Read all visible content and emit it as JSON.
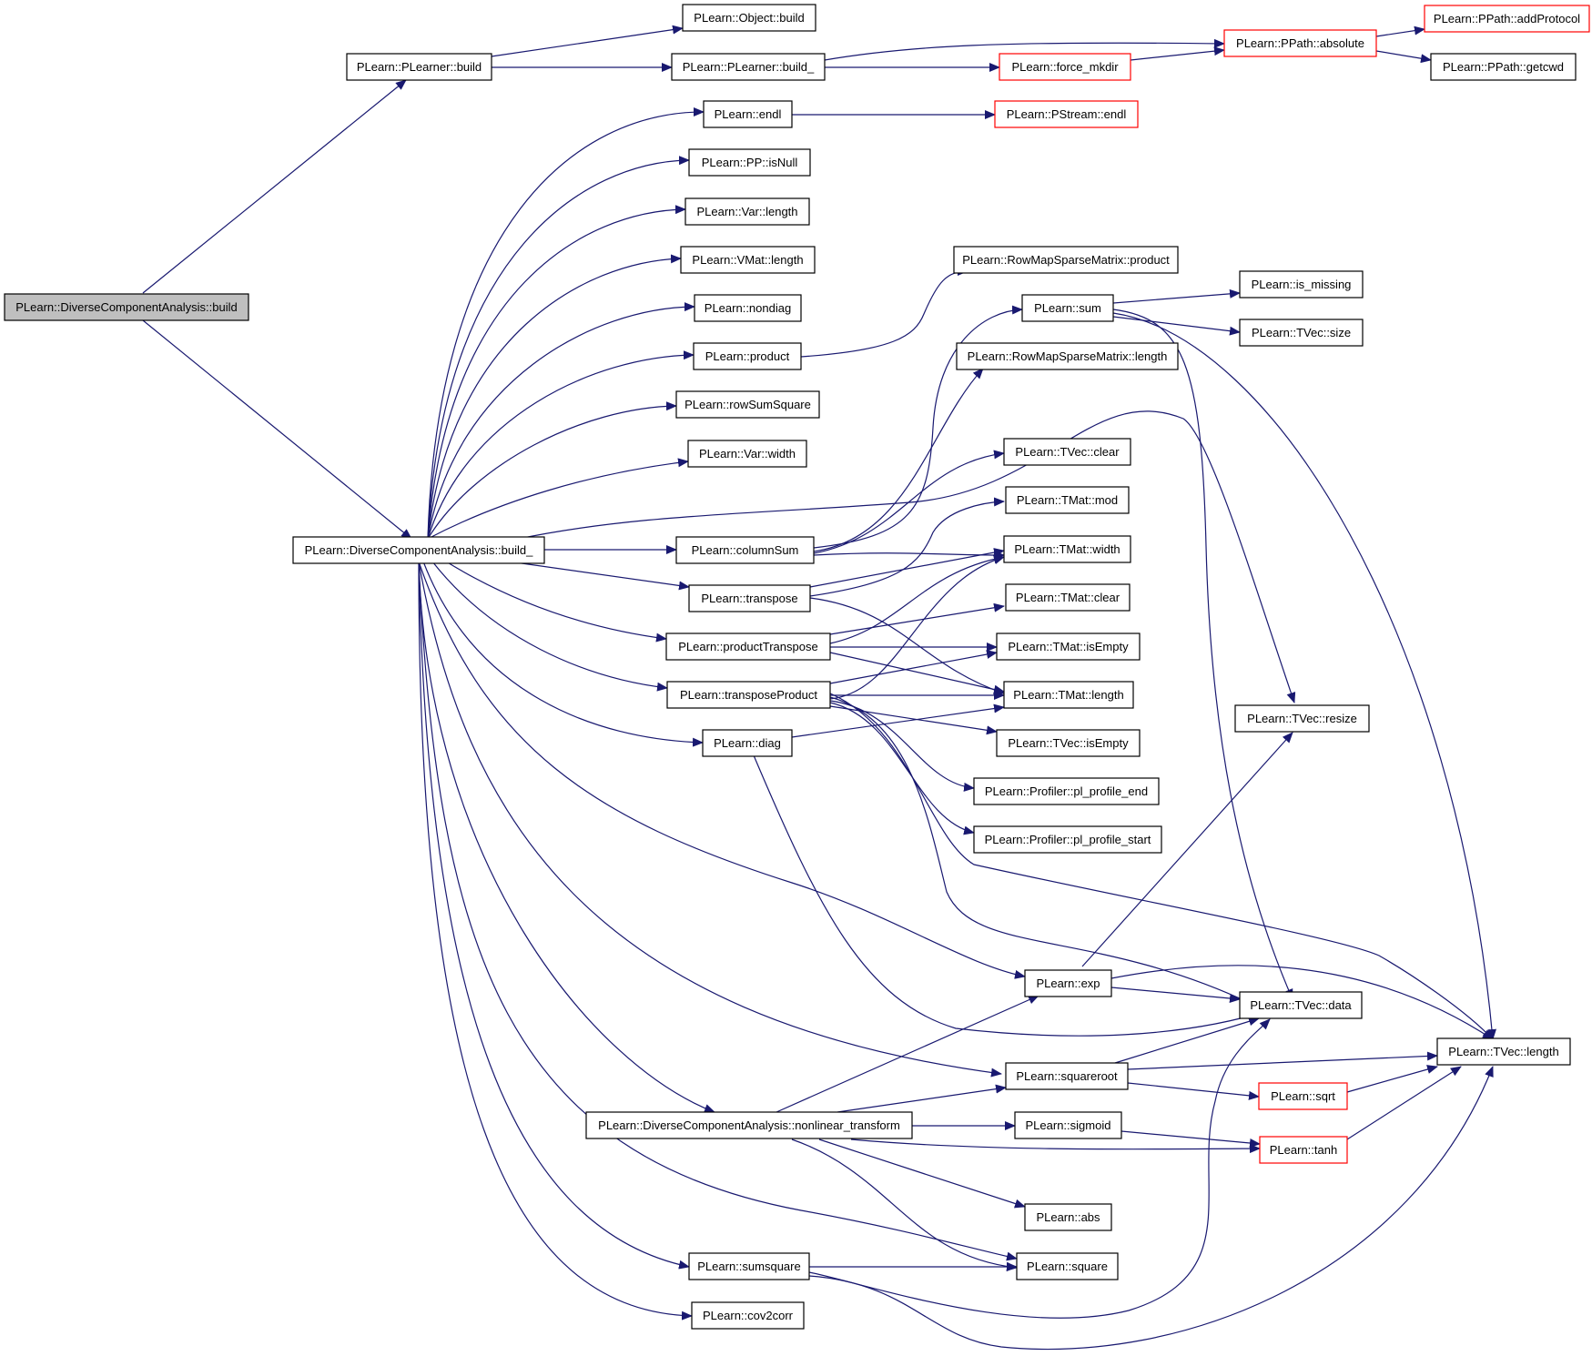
{
  "graph": {
    "colors": {
      "edge": "#191970",
      "root_fill": "#bfbfbf",
      "red_border": "#ff0000",
      "node_border": "#000000"
    },
    "nodes": [
      {
        "id": "dca_build",
        "label": "PLearn::DiverseComponentAnalysis::build",
        "root": true
      },
      {
        "id": "plearner_build",
        "label": "PLearn::PLearner::build"
      },
      {
        "id": "dca_build_",
        "label": "PLearn::DiverseComponentAnalysis::build_"
      },
      {
        "id": "object_build",
        "label": "PLearn::Object::build"
      },
      {
        "id": "plearner_build_",
        "label": "PLearn::PLearner::build_"
      },
      {
        "id": "force_mkdir",
        "label": "PLearn::force_mkdir",
        "red": true
      },
      {
        "id": "ppath_absolute",
        "label": "PLearn::PPath::absolute",
        "red": true
      },
      {
        "id": "ppath_addprotocol",
        "label": "PLearn::PPath::addProtocol",
        "red": true
      },
      {
        "id": "ppath_getcwd",
        "label": "PLearn::PPath::getcwd"
      },
      {
        "id": "endl",
        "label": "PLearn::endl"
      },
      {
        "id": "pstream_endl",
        "label": "PLearn::PStream::endl",
        "red": true
      },
      {
        "id": "pp_isnull",
        "label": "PLearn::PP::isNull"
      },
      {
        "id": "var_length",
        "label": "PLearn::Var::length"
      },
      {
        "id": "vmat_length",
        "label": "PLearn::VMat::length"
      },
      {
        "id": "nondiag",
        "label": "PLearn::nondiag"
      },
      {
        "id": "product",
        "label": "PLearn::product"
      },
      {
        "id": "rowsumsquare",
        "label": "PLearn::rowSumSquare"
      },
      {
        "id": "var_width",
        "label": "PLearn::Var::width"
      },
      {
        "id": "columnsum",
        "label": "PLearn::columnSum"
      },
      {
        "id": "transpose",
        "label": "PLearn::transpose"
      },
      {
        "id": "producttranspose",
        "label": "PLearn::productTranspose"
      },
      {
        "id": "transposeproduct",
        "label": "PLearn::transposeProduct"
      },
      {
        "id": "diag",
        "label": "PLearn::diag"
      },
      {
        "id": "exp",
        "label": "PLearn::exp"
      },
      {
        "id": "squareroot",
        "label": "PLearn::squareroot"
      },
      {
        "id": "nonlinear",
        "label": "PLearn::DiverseComponentAnalysis::nonlinear_transform"
      },
      {
        "id": "sigmoid",
        "label": "PLearn::sigmoid"
      },
      {
        "id": "abs",
        "label": "PLearn::abs"
      },
      {
        "id": "square",
        "label": "PLearn::square"
      },
      {
        "id": "sumsquare",
        "label": "PLearn::sumsquare"
      },
      {
        "id": "cov2corr",
        "label": "PLearn::cov2corr"
      },
      {
        "id": "rmsm_product",
        "label": "PLearn::RowMapSparseMatrix::product"
      },
      {
        "id": "sum",
        "label": "PLearn::sum"
      },
      {
        "id": "rmsm_length",
        "label": "PLearn::RowMapSparseMatrix::length"
      },
      {
        "id": "tvec_clear",
        "label": "PLearn::TVec::clear"
      },
      {
        "id": "tmat_mod",
        "label": "PLearn::TMat::mod"
      },
      {
        "id": "tmat_width",
        "label": "PLearn::TMat::width"
      },
      {
        "id": "tmat_clear",
        "label": "PLearn::TMat::clear"
      },
      {
        "id": "tmat_isempty",
        "label": "PLearn::TMat::isEmpty"
      },
      {
        "id": "tmat_length",
        "label": "PLearn::TMat::length"
      },
      {
        "id": "tvec_isempty",
        "label": "PLearn::TVec::isEmpty"
      },
      {
        "id": "profiler_end",
        "label": "PLearn::Profiler::pl_profile_end"
      },
      {
        "id": "profiler_start",
        "label": "PLearn::Profiler::pl_profile_start"
      },
      {
        "id": "is_missing",
        "label": "PLearn::is_missing"
      },
      {
        "id": "tvec_size",
        "label": "PLearn::TVec::size"
      },
      {
        "id": "tvec_resize",
        "label": "PLearn::TVec::resize"
      },
      {
        "id": "tvec_data",
        "label": "PLearn::TVec::data"
      },
      {
        "id": "tvec_length",
        "label": "PLearn::TVec::length"
      },
      {
        "id": "sqrt",
        "label": "PLearn::sqrt",
        "red": true
      },
      {
        "id": "tanh",
        "label": "PLearn::tanh",
        "red": true
      }
    ]
  }
}
